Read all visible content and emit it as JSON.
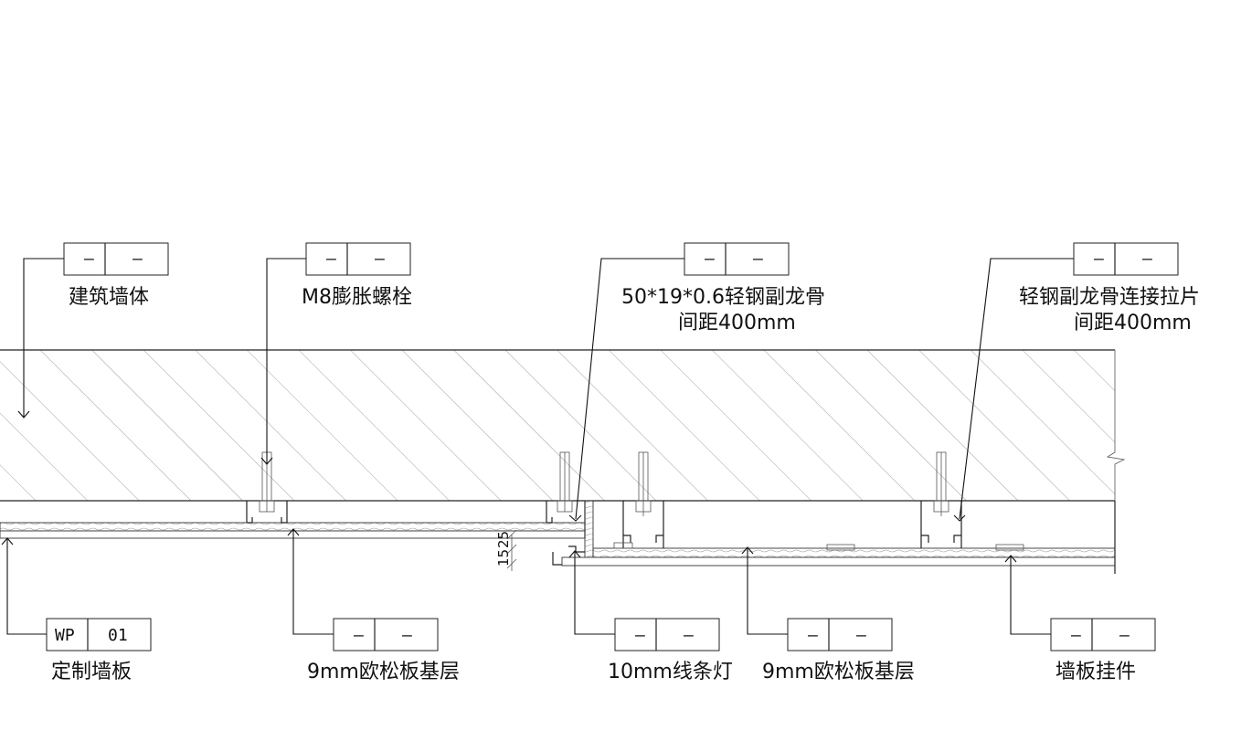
{
  "annotations": {
    "wall": {
      "text": "建筑墙体",
      "tag_left": "–",
      "tag_right": "–"
    },
    "bolt": {
      "text": "M8膨胀螺栓",
      "tag_left": "–",
      "tag_right": "–"
    },
    "keel": {
      "line1": "50*19*0.6轻钢副龙骨",
      "line2": "间距400mm",
      "tag_left": "–",
      "tag_right": "–"
    },
    "tie": {
      "line1": "轻钢副龙骨连接拉片",
      "line2": "间距400mm",
      "tag_left": "–",
      "tag_right": "–"
    },
    "panel": {
      "text": "定制墙板",
      "tag_left": "WP",
      "tag_right": "01"
    },
    "osb_left": {
      "text": "9mm欧松板基层",
      "tag_left": "–",
      "tag_right": "–"
    },
    "led": {
      "text": "10mm线条灯",
      "tag_left": "–",
      "tag_right": "–"
    },
    "osb_right": {
      "text": "9mm欧松板基层",
      "tag_left": "–",
      "tag_right": "–"
    },
    "hanger": {
      "text": "墙板挂件",
      "tag_left": "–",
      "tag_right": "–"
    }
  },
  "dimensions": {
    "d1": "15",
    "d2": "25"
  },
  "colors": {
    "line": "#222222",
    "hatch": "#777777",
    "text": "#111111"
  }
}
